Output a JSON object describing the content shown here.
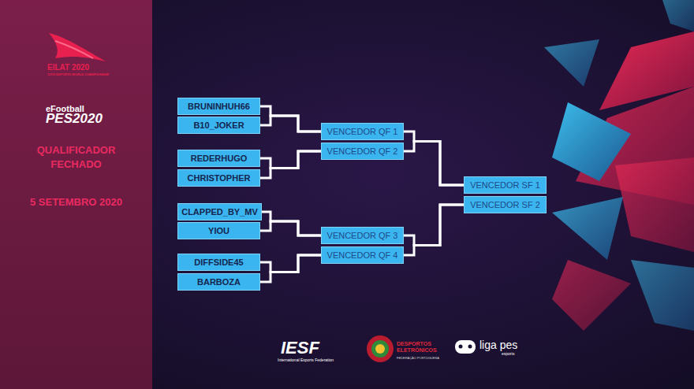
{
  "diagram": {
    "title": "QUALIFICADOR FECHADO",
    "nodes": [
      {
        "text": [
          "BRUNINHUH66"
        ]
      },
      {
        "text": [
          "B10_JOKER"
        ]
      },
      {
        "text": [
          "REDERHUGO"
        ]
      },
      {
        "text": [
          "CHRISTOPHER"
        ]
      },
      {
        "text": [
          "CLAPPED_BY_MV"
        ]
      },
      {
        "text": [
          "YIOU"
        ]
      },
      {
        "text": [
          "DIFFSIDE45"
        ]
      },
      {
        "text": [
          "BARBOZA"
        ]
      },
      {
        "text": [
          "VENCEDOR QF 1"
        ]
      },
      {
        "text": [
          "VENCEDOR QF 2"
        ]
      },
      {
        "text": [
          "VENCEDOR QF 3"
        ]
      },
      {
        "text": [
          "VENCEDOR QF 4"
        ]
      },
      {
        "text": [
          "VENCEDOR SF 1"
        ]
      },
      {
        "text": [
          "VENCEDOR SF 2"
        ]
      }
    ],
    "edges": [
      {
        "from": 0,
        "to": 8,
        "arrow": "none"
      },
      {
        "from": 1,
        "to": 8,
        "arrow": "none"
      },
      {
        "from": 2,
        "to": 9,
        "arrow": "none"
      },
      {
        "from": 3,
        "to": 9,
        "arrow": "none"
      },
      {
        "from": 4,
        "to": 10,
        "arrow": "none"
      },
      {
        "from": 5,
        "to": 10,
        "arrow": "none"
      },
      {
        "from": 6,
        "to": 11,
        "arrow": "none"
      },
      {
        "from": 7,
        "to": 11,
        "arrow": "none"
      },
      {
        "from": 8,
        "to": 12,
        "arrow": "none"
      },
      {
        "from": 9,
        "to": 12,
        "arrow": "none"
      },
      {
        "from": 10,
        "to": 13,
        "arrow": "none"
      },
      {
        "from": 11,
        "to": 13,
        "arrow": "none"
      }
    ],
    "labels": [
      "EILAT 2020",
      "12TH ESPORTS WORLD CHAMPIONSHIP",
      "eFootball",
      "PES2020",
      "5 SETEMBRO 2020",
      "IESF",
      "International Esports Federation",
      "DESPORTOS ELETRÓNICOS",
      "FEDERAÇÃO PORTUGUESA",
      "liga pes",
      "esports"
    ]
  }
}
